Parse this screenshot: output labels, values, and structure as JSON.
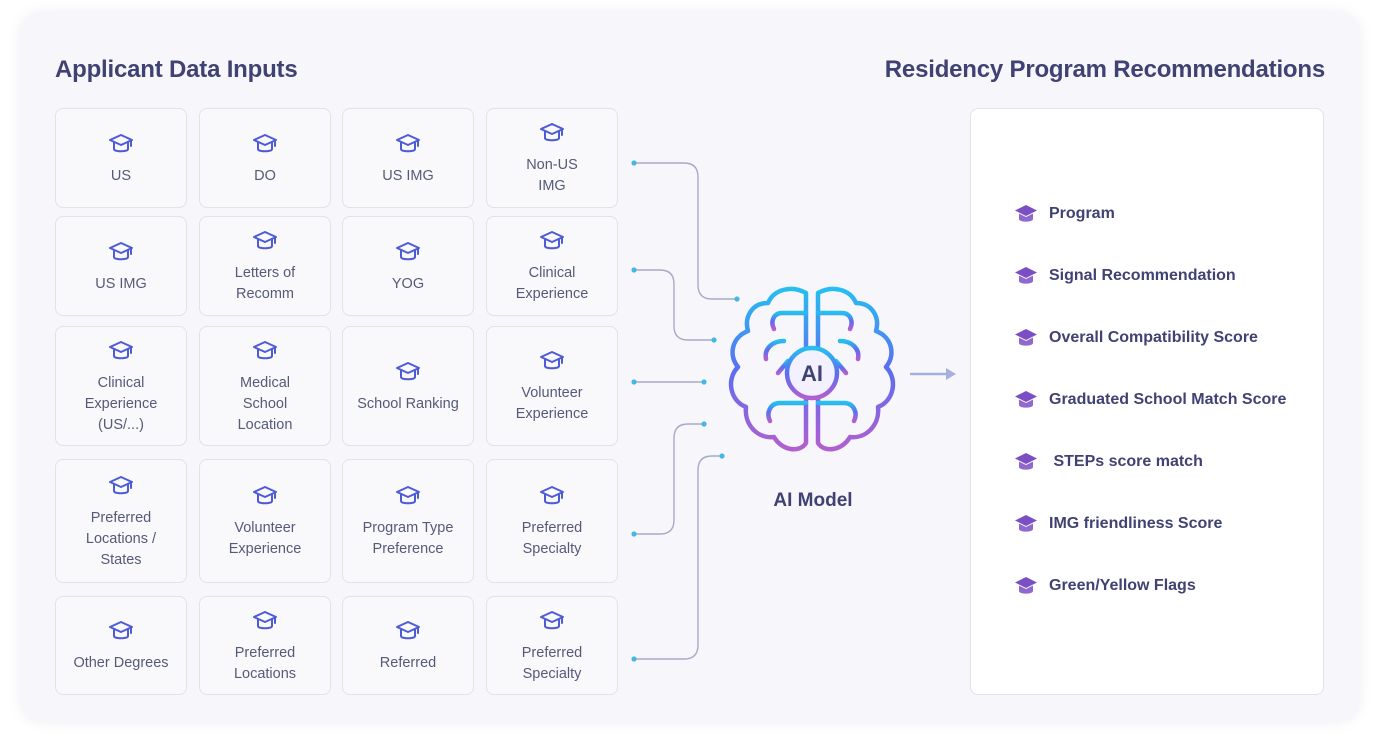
{
  "left_title": "Applicant Data Inputs",
  "right_title": "Residency Program Recommendations",
  "center": {
    "badge": "AI",
    "label": "AI Model"
  },
  "inputs": [
    [
      "US",
      "DO",
      "US IMG",
      "Non-US IMG"
    ],
    [
      "US IMG",
      "Letters of Recomm",
      "YOG",
      "Clinical Experience"
    ],
    [
      "Clinical Experience (US/...)",
      "Medical School Location",
      "School Ranking",
      "Volunteer Experience"
    ],
    [
      "Preferred Locations / States",
      "Volunteer Experience",
      "Program Type Preference",
      "Preferred Specialty"
    ],
    [
      "Other Degrees",
      "Preferred Locations",
      "Referred",
      "Preferred Specialty"
    ]
  ],
  "outputs": [
    "Program",
    "Signal Recommendation",
    "Overall Compatibility Score",
    "Graduated School Match Score",
    " STEPs score match",
    "IMG friendliness Score",
    "Green/Yellow Flags"
  ],
  "colors": {
    "heading": "#3f4272",
    "input_icon": "#4e5bd6",
    "output_icon": "#7b4fc4",
    "connector": "#a9a9c6",
    "connector_dot": "#46b6e6",
    "brain_top": "#26bff0",
    "brain_mid": "#5b6ef0",
    "brain_bottom": "#b25fd0"
  },
  "icons": {
    "input": "graduation-cap-icon",
    "output": "graduation-cap-icon",
    "center": "brain-icon",
    "flow": "arrow-right-icon"
  }
}
